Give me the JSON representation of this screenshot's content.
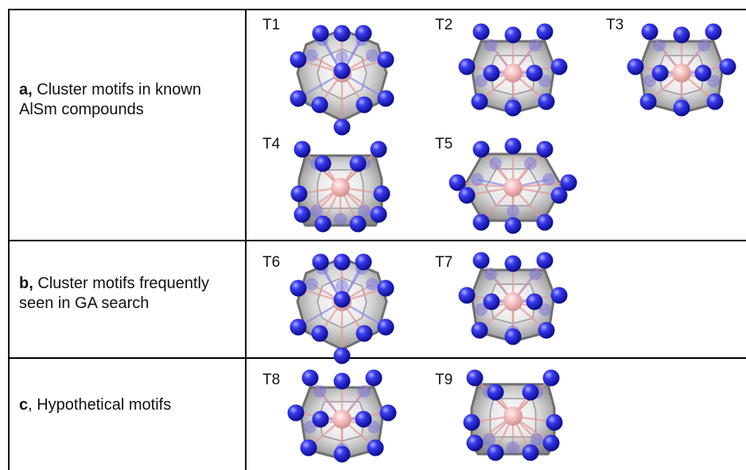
{
  "rows": [
    {
      "bold": "a,",
      "text": " Cluster motifs in known",
      "text2": "AlSm compounds"
    },
    {
      "bold": "b,",
      "text": " Cluster motifs frequently",
      "text2": "seen in GA search"
    },
    {
      "bold": "c",
      "text": ", Hypothetical motifs",
      "text2": ""
    }
  ],
  "motifs": [
    {
      "label": "T1",
      "type": "icosa"
    },
    {
      "label": "T2",
      "type": "hexprism"
    },
    {
      "label": "T3",
      "type": "hexprism"
    },
    {
      "label": "T4",
      "type": "flat"
    },
    {
      "label": "T5",
      "type": "hexagon"
    },
    {
      "label": "T6",
      "type": "icosa"
    },
    {
      "label": "T7",
      "type": "hexprism"
    },
    {
      "label": "T8",
      "type": "hexprism"
    },
    {
      "label": "T9",
      "type": "flat"
    }
  ],
  "colors": {
    "grid": "#000000",
    "atom_blue": "#1a1ad6",
    "atom_center": "#f0b0b0",
    "poly": "#8c8c8c"
  }
}
